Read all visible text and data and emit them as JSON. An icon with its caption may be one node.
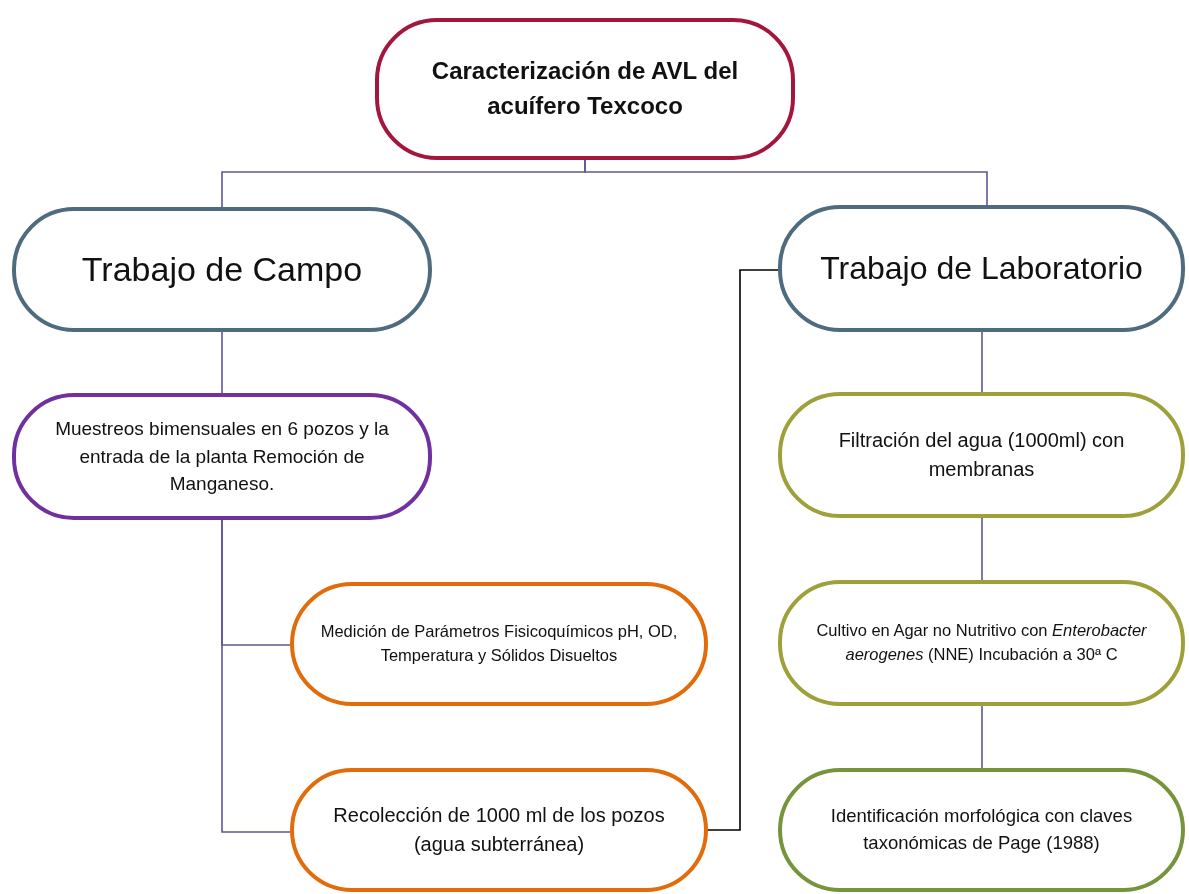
{
  "diagram": {
    "nodes": [
      {
        "text": [
          "Caracterización de AVL del acuífero Texcoco"
        ]
      },
      {
        "text": [
          "Trabajo de Campo"
        ]
      },
      {
        "text": [
          "Trabajo de Laboratorio"
        ]
      },
      {
        "text": [
          "Muestreos bimensuales en 6 pozos y la entrada de la planta Remoción de Manganeso."
        ]
      },
      {
        "text": [
          "Medición de Parámetros Fisicoquímicos pH, OD, Temperatura y Sólidos Disueltos"
        ]
      },
      {
        "text": [
          "Recolección de 1000 ml de los pozos (agua subterránea)"
        ]
      },
      {
        "text": [
          "Filtración del agua (1000ml) con membranas"
        ]
      },
      {
        "text": [
          "Cultivo en Agar no Nutritivo con *Enterobacter aerogenes* (NNE) Incubación a 30ª C"
        ]
      },
      {
        "text": [
          "Identificación morfológica con claves taxonómicas de Page (1988)"
        ]
      }
    ],
    "edges": [
      {
        "from": 0,
        "to": 1,
        "arrow": "none"
      },
      {
        "from": 0,
        "to": 2,
        "arrow": "none"
      },
      {
        "from": 1,
        "to": 3,
        "arrow": "none"
      },
      {
        "from": 3,
        "to": 4,
        "arrow": "none"
      },
      {
        "from": 3,
        "to": 5,
        "arrow": "none"
      },
      {
        "from": 5,
        "to": 2,
        "arrow": "none",
        "color": "#000000"
      },
      {
        "from": 2,
        "to": 6,
        "arrow": "none"
      },
      {
        "from": 6,
        "to": 7,
        "arrow": "none"
      },
      {
        "from": 7,
        "to": 8,
        "arrow": "none"
      }
    ]
  }
}
